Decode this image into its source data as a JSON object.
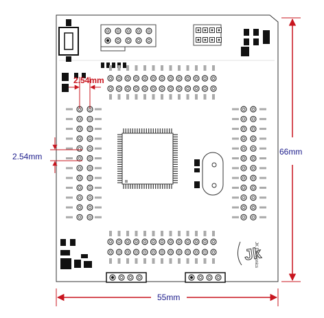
{
  "dimensions": {
    "pin_pitch_horizontal": "2.54mm",
    "pin_pitch_vertical": "2.54mm",
    "board_height": "66mm",
    "board_width": "55mm"
  },
  "logo_text": "JK Electronics",
  "colors": {
    "dimension_lines": "#c8141e",
    "dimension_text": "#1a1a8a",
    "outer_dimension_text": "#1a1a8a",
    "board_outline": "#333333",
    "component_fill": "#111111",
    "pad_ring": "#333333"
  }
}
